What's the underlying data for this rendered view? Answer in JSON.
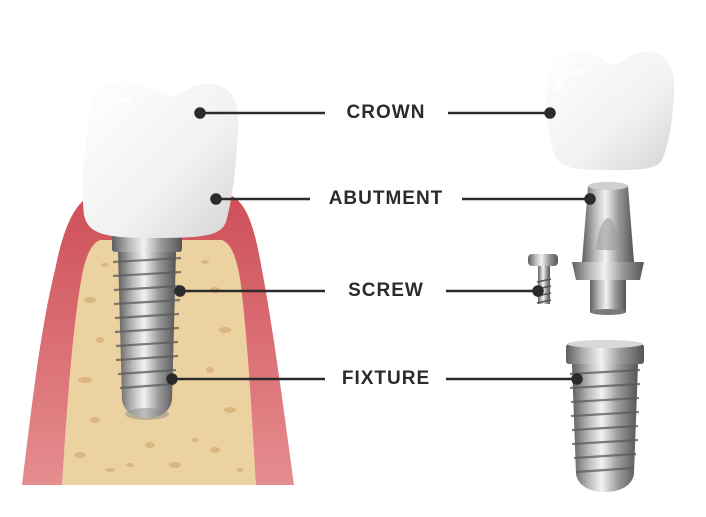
{
  "labels": {
    "crown": "CROWN",
    "abutment": "ABUTMENT",
    "screw": "SCREW",
    "fixture": "FIXTURE"
  },
  "colors": {
    "gum": "#d9636a",
    "gum_light": "#e98f92",
    "bone": "#ecd2a0",
    "bone_spots": "#dbb47a",
    "tooth": "#f3f3f3",
    "metal_dark": "#6d6d6d",
    "metal_light": "#e6e6e6",
    "leader_line": "#2b2b2b",
    "text": "#2b2b2b"
  },
  "icons": [
    "dental-implant-in-jaw",
    "crown-component",
    "abutment-component",
    "screw-component",
    "fixture-component"
  ]
}
